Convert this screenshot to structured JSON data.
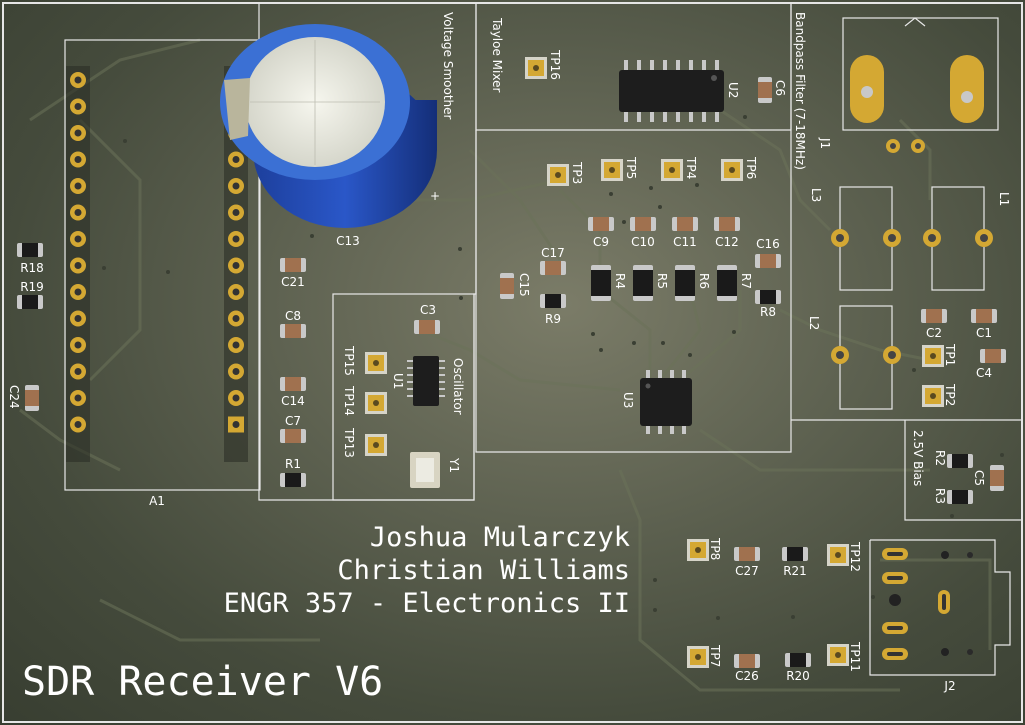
{
  "board": {
    "title": "SDR Receiver V6",
    "authors": [
      "Joshua Mularczyk",
      "Christian Williams"
    ],
    "course": "ENGR 357 - Electronics II"
  },
  "sections": {
    "voltage_smoother": "Voltage Smoother",
    "mixer": "Tayloe Mixer",
    "bandpass": "Bandpass Filter (7-18MHz)",
    "oscillator": "Oscillator",
    "bias": "2.5V Bias"
  },
  "designators": {
    "A1": "A1",
    "C13": "C13",
    "C21": "C21",
    "C8": "C8",
    "C14": "C14",
    "C7": "C7",
    "R1": "R1",
    "R18": "R18",
    "R19": "R19",
    "C24": "C24",
    "C3": "C3",
    "U1": "U1",
    "Y1": "Y1",
    "TP15": "TP15",
    "TP14": "TP14",
    "TP13": "TP13",
    "TP16": "TP16",
    "U2": "U2",
    "C6": "C6",
    "TP3": "TP3",
    "TP5": "TP5",
    "TP4": "TP4",
    "TP6": "TP6",
    "C9": "C9",
    "C10": "C10",
    "C11": "C11",
    "C12": "C12",
    "C16": "C16",
    "C17": "C17",
    "C15": "C15",
    "R4": "R4",
    "R5": "R5",
    "R6": "R6",
    "R7": "R7",
    "R8": "R8",
    "R9": "R9",
    "U3": "U3",
    "J1": "J1",
    "L3": "L3",
    "L1": "L1",
    "L2": "L2",
    "C2": "C2",
    "C1": "C1",
    "C4": "C4",
    "TP1": "TP1",
    "TP2": "TP2",
    "R2": "R2",
    "R3": "R3",
    "C5": "C5",
    "TP8": "TP8",
    "C27": "C27",
    "R21": "R21",
    "TP12": "TP12",
    "TP7": "TP7",
    "C26": "C26",
    "R20": "R20",
    "TP11": "TP11",
    "J2": "J2"
  },
  "colors": {
    "silkscreen": "#ffffff",
    "pad_gold": "#d4a833",
    "capacitor_body": "#a0714f",
    "resistor_body": "#1a1a1a",
    "board_green": "#5d6150",
    "electrolytic_blue": "#3a6fd0"
  }
}
